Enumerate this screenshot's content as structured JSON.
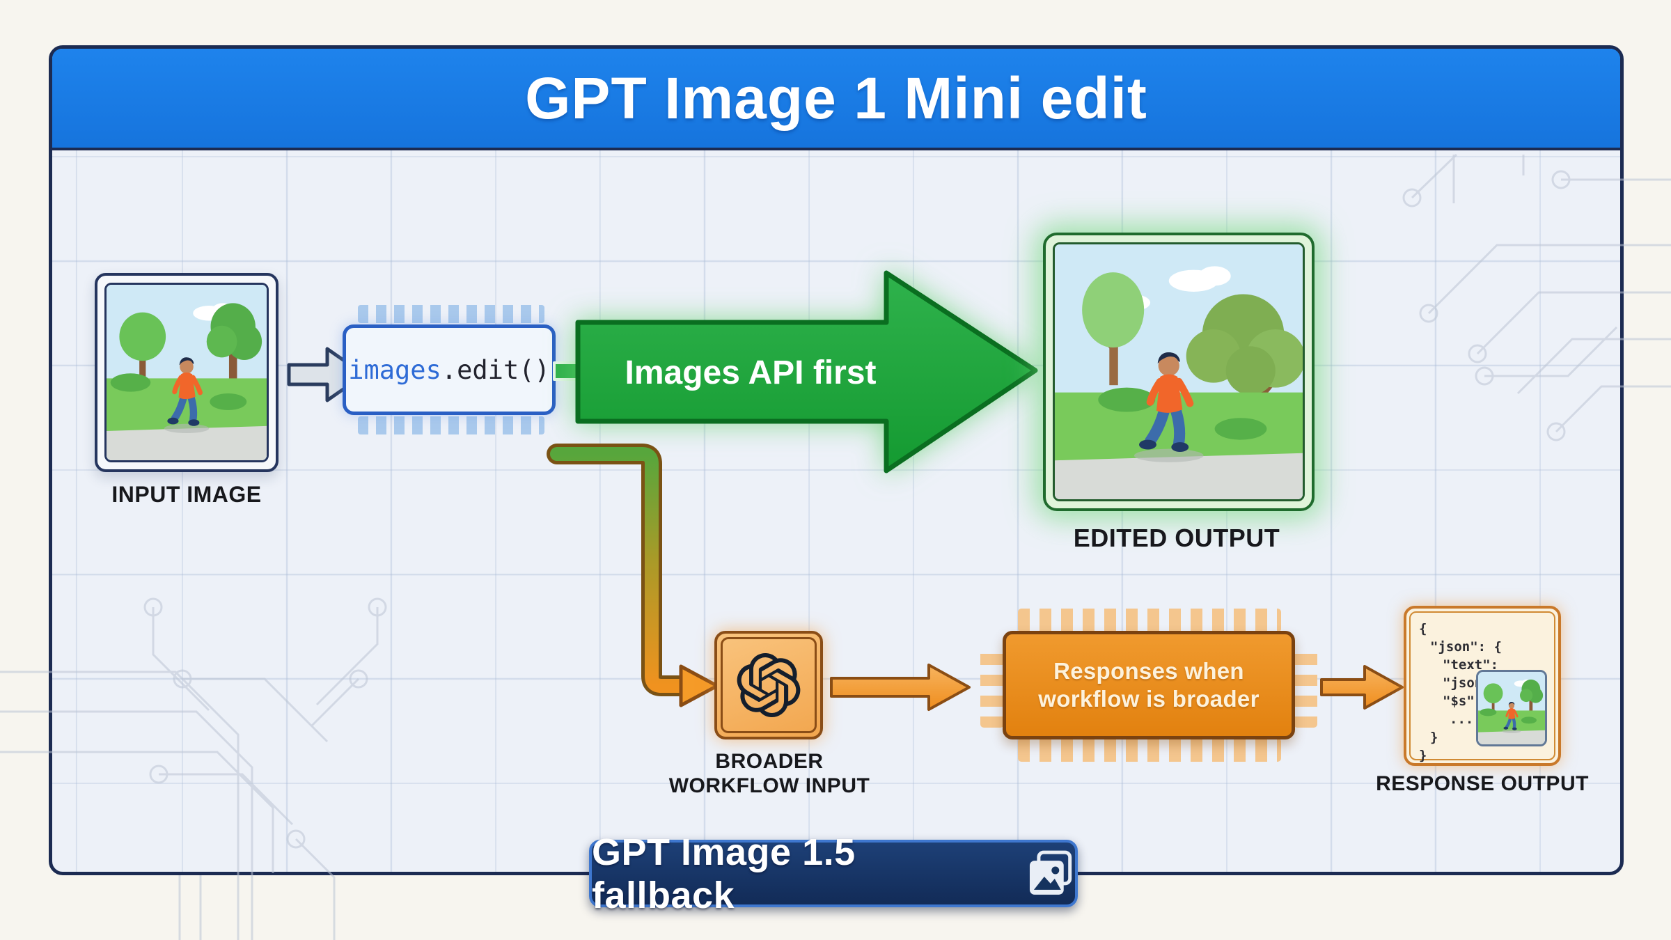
{
  "header": {
    "title": "GPT Image 1 Mini edit"
  },
  "top_flow": {
    "input_label": "INPUT IMAGE",
    "code": {
      "accent": "images",
      "rest": ".edit()"
    },
    "arrow_label": "Images API first",
    "output_label": "EDITED OUTPUT"
  },
  "bottom_flow": {
    "node_label_line1": "BROADER",
    "node_label_line2": "WORKFLOW INPUT",
    "chip_label_line1": "Responses when",
    "chip_label_line2": "workflow is broader",
    "response_label": "RESPONSE OUTPUT",
    "json_lines": [
      "{",
      "\"json\": {",
      "\"text\": \"json\",",
      "\"$s\":",
      "...",
      "}",
      "}"
    ]
  },
  "footer": {
    "badge_label": "GPT Image 1.5 fallback"
  },
  "icons": {
    "openai_logo": "openai-knot",
    "badge_icon": "image-stack",
    "connector_icons": "block-arrow-right"
  },
  "colors": {
    "header_blue": "#1a7ce8",
    "panel_border_navy": "#1c2b52",
    "flow_green": "#1fa23a",
    "flow_orange": "#ef8c1a",
    "badge_navy": "#16335f",
    "code_accent_blue": "#2e6bd6"
  }
}
